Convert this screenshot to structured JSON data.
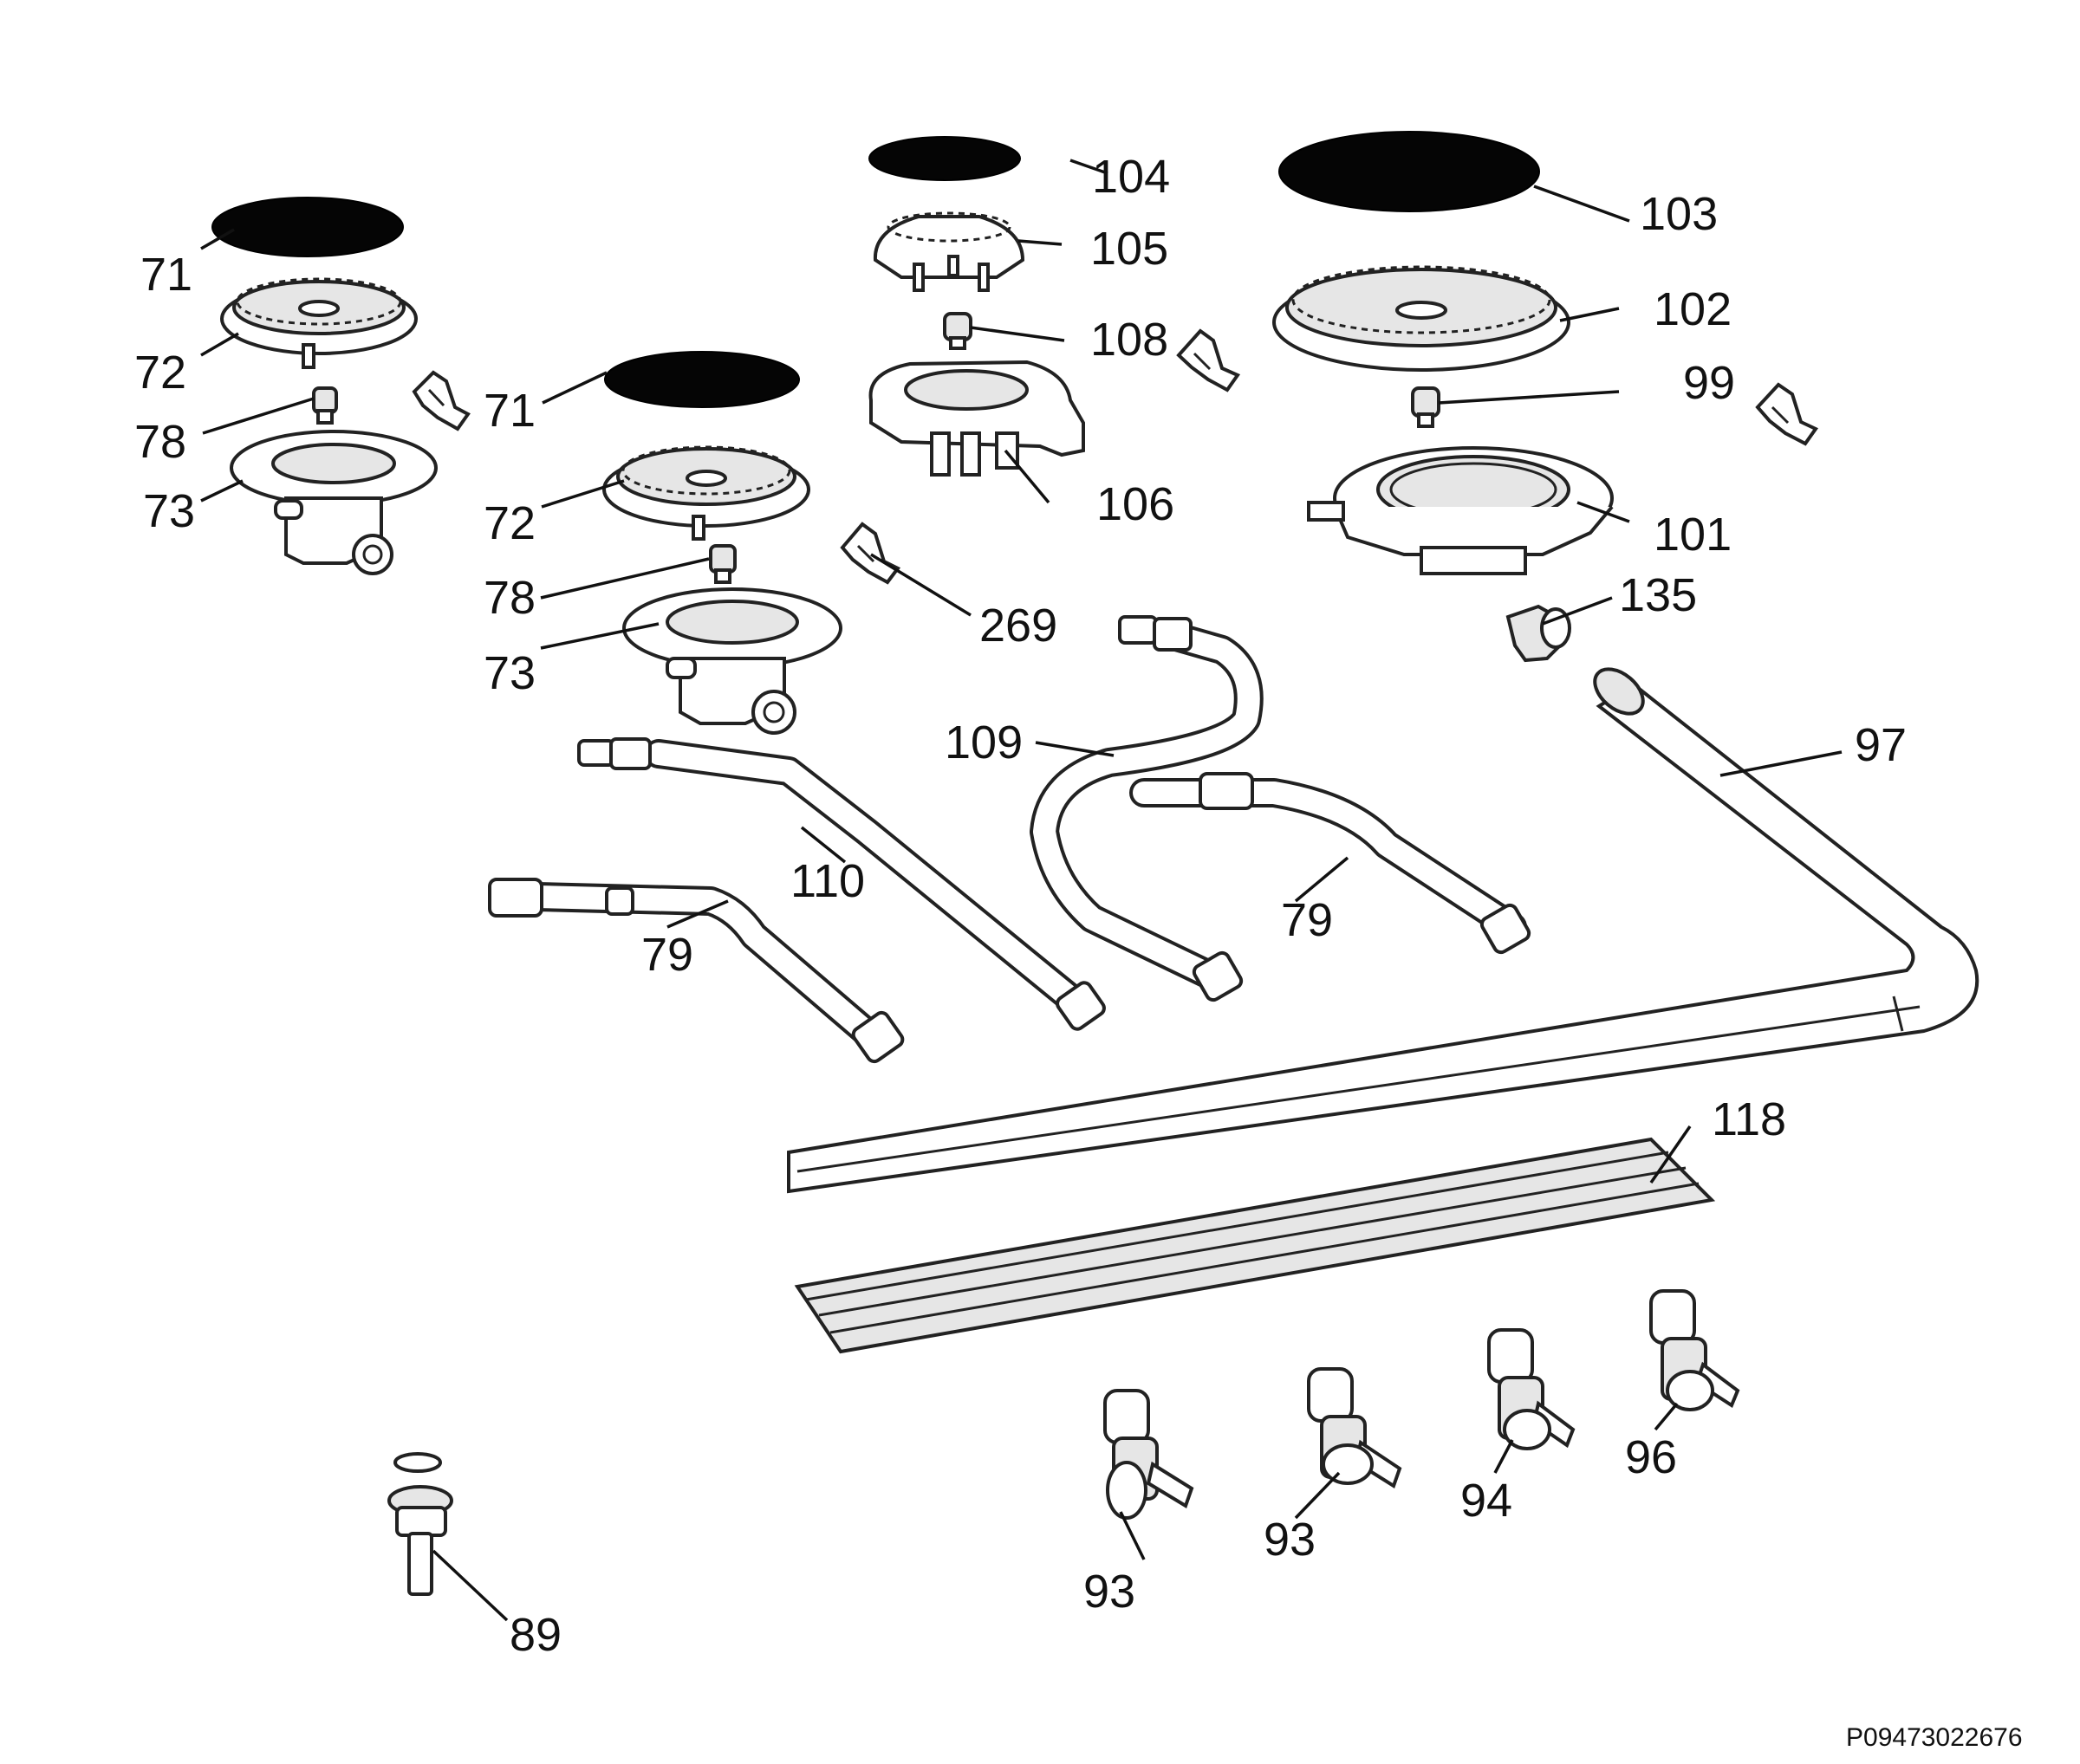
{
  "diagram": {
    "reference_code": "P09473022676",
    "labels": {
      "l71a": "71",
      "l72a": "72",
      "l78a": "78",
      "l73a": "73",
      "l71b": "71",
      "l72b": "72",
      "l78b": "78",
      "l73b": "73",
      "l104": "104",
      "l105": "105",
      "l108": "108",
      "l106": "106",
      "l269": "269",
      "l103": "103",
      "l102": "102",
      "l99": "99",
      "l101": "101",
      "l135": "135",
      "l97": "97",
      "l109": "109",
      "l110": "110",
      "l79a": "79",
      "l79b": "79",
      "l118": "118",
      "l93a": "93",
      "l93b": "93",
      "l94": "94",
      "l96": "96",
      "l89": "89"
    }
  }
}
